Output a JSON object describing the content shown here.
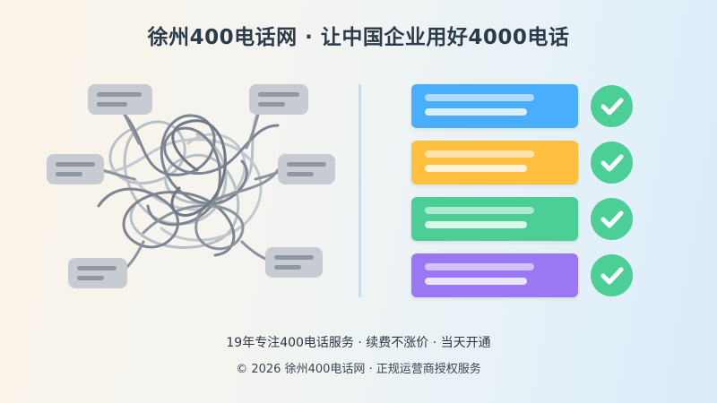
{
  "header": {
    "title": "徐州400电话网 · 让中国企业用好4000电话"
  },
  "illustration": {
    "left_label": "tangled-lines",
    "right_cards": [
      {
        "color": "#4aaeff",
        "status_icon": "check-icon"
      },
      {
        "color": "#ffbf3f",
        "status_icon": "check-icon"
      },
      {
        "color": "#4ccf97",
        "status_icon": "check-icon"
      },
      {
        "color": "#9a78f3",
        "status_icon": "check-icon"
      }
    ],
    "check_color": "#4ccf97"
  },
  "footer": {
    "tagline": "19年专注400电话服务 · 续费不涨价 · 当天开通",
    "copyright": "© 2026 徐州400电话网 · 正规运营商授权服务"
  }
}
